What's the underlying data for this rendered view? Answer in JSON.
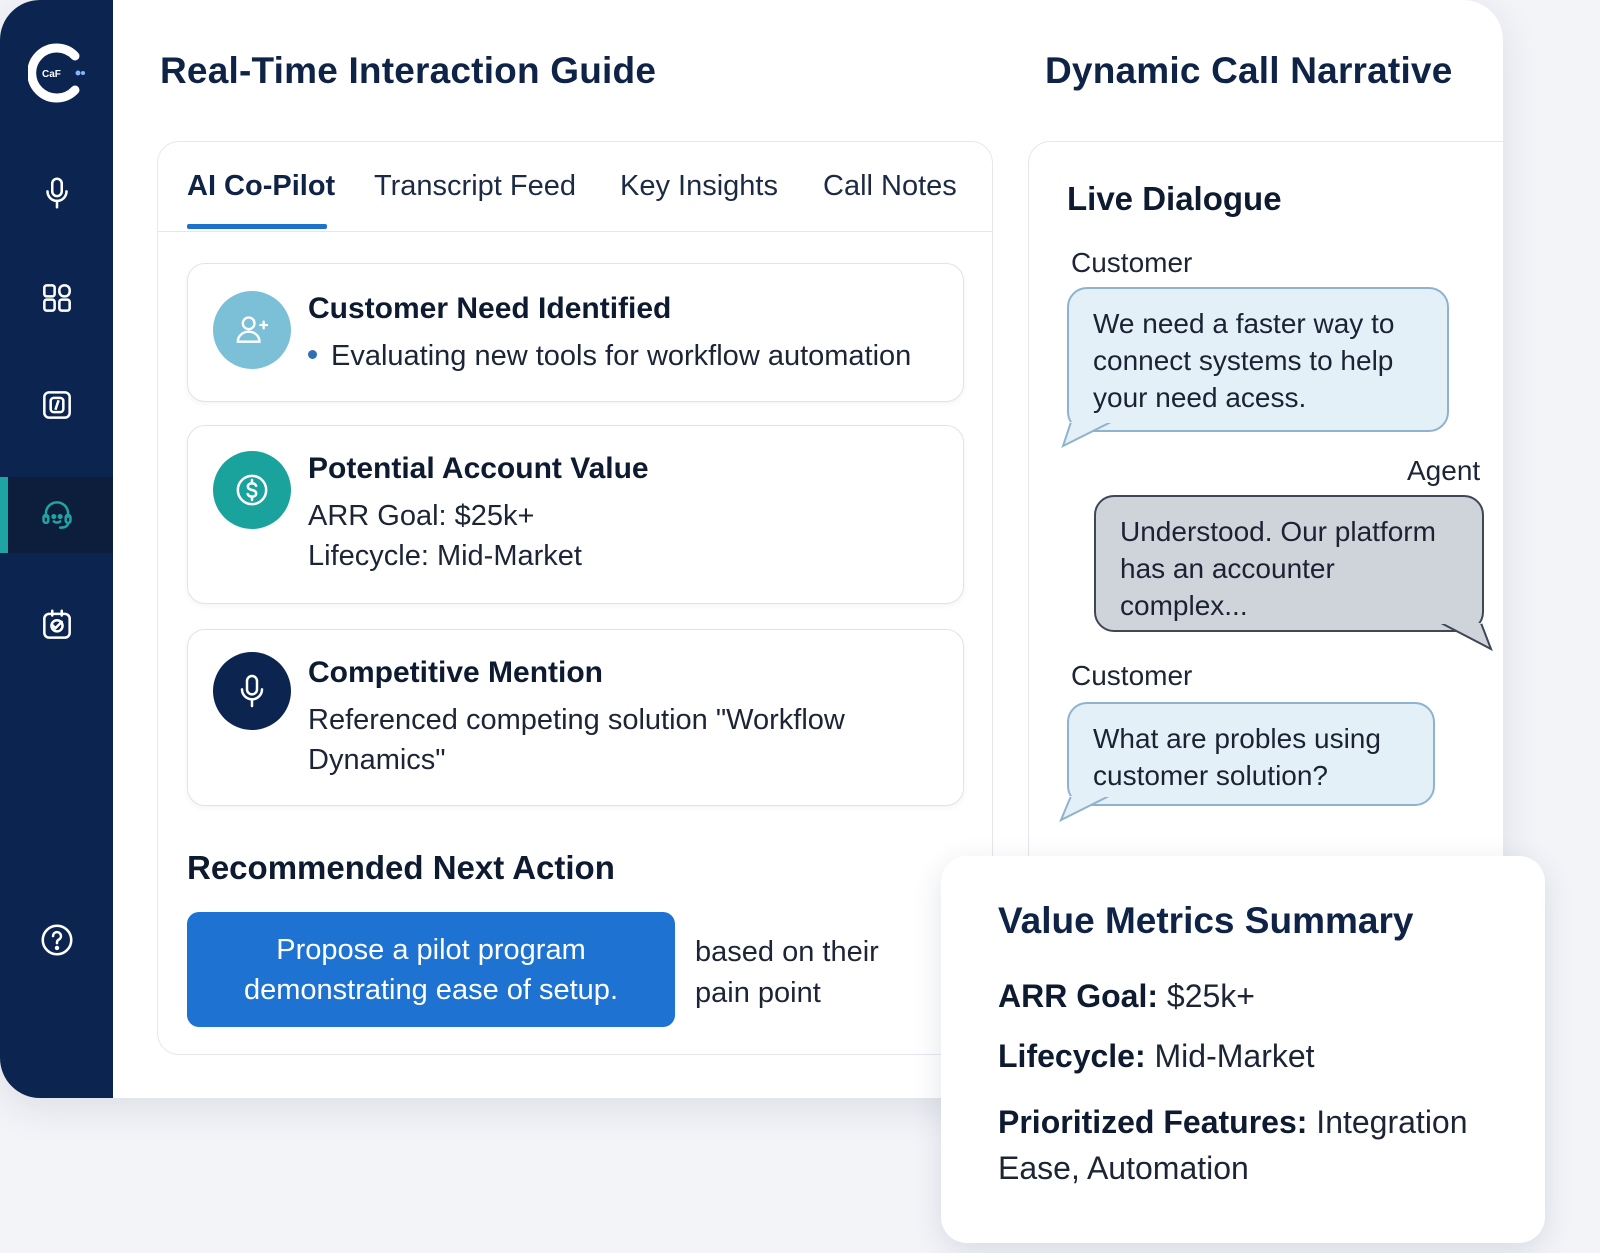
{
  "sidebar": {
    "logo_text": "CaF",
    "items": [
      {
        "icon": "microphone-icon"
      },
      {
        "icon": "dashboard-grid-icon"
      },
      {
        "icon": "notes-icon"
      },
      {
        "icon": "headset-agent-icon",
        "active": true
      },
      {
        "icon": "badge-check-icon"
      }
    ],
    "help_icon": "help-icon"
  },
  "header": {
    "left_title": "Real-Time Interaction Guide",
    "right_title": "Dynamic Call Narrative"
  },
  "tabs": [
    {
      "label": "AI Co-Pilot",
      "active": true
    },
    {
      "label": "Transcript Feed"
    },
    {
      "label": "Key Insights"
    },
    {
      "label": "Call Notes"
    }
  ],
  "insights": [
    {
      "icon": "add-user-icon",
      "heading": "Customer Need Identified",
      "bullet": "Evaluating new tools for workflow automation"
    },
    {
      "icon": "dollar-icon",
      "heading": "Potential Account Value",
      "line1": "ARR Goal: $25k+",
      "line2": "Lifecycle: Mid-Market"
    },
    {
      "icon": "microphone-icon",
      "heading": "Competitive Mention",
      "line1": "Referenced competing solution \"Workflow",
      "line2": "Dynamics\""
    }
  ],
  "next_action": {
    "title": "Recommended Next Action",
    "button_label": "Propose a pilot program demonstrating ease of setup.",
    "note": "based on their pain point"
  },
  "dialogue": {
    "title": "Live Dialogue",
    "messages": [
      {
        "speaker": "Customer",
        "text": "We need a faster way to connect systems to help your need acess."
      },
      {
        "speaker": "Agent",
        "text": "Understood. Our platform has an accounter complex..."
      },
      {
        "speaker": "Customer",
        "text": "What are probles using customer solution?"
      }
    ]
  },
  "metrics": {
    "title": "Value Metrics Summary",
    "arr_label": "ARR Goal:",
    "arr_value": " $25k+",
    "lifecycle_label": "Lifecycle:",
    "lifecycle_value": " Mid-Market",
    "features_label": "Prioritized Features:",
    "features_value": " Integration Ease, Automation"
  },
  "colors": {
    "sidebar": "#0b2450",
    "accent_teal": "#1fa3a3",
    "primary_blue": "#1d72d2",
    "customer_bubble": "#e3f0f8",
    "agent_bubble": "#cfd3da"
  }
}
